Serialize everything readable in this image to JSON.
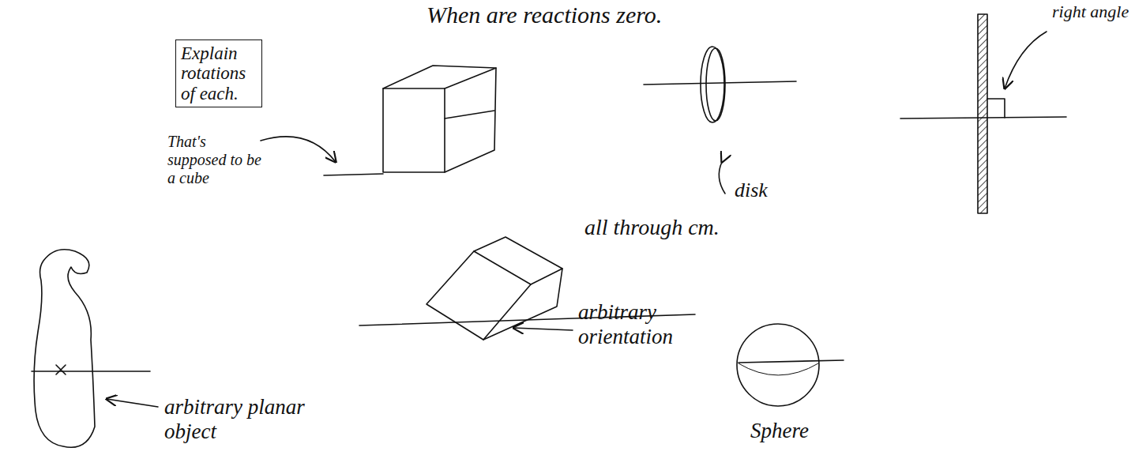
{
  "diagram": {
    "title": "When are reactions zero.",
    "nodes": [
      {
        "text": [
          "Explain rotations of each."
        ]
      }
    ],
    "labels": [
      "right angle",
      "That's supposed to be a cube",
      "disk",
      "all through cm.",
      "arbitrary orientation",
      "arbitrary planar object",
      "Sphere"
    ]
  }
}
